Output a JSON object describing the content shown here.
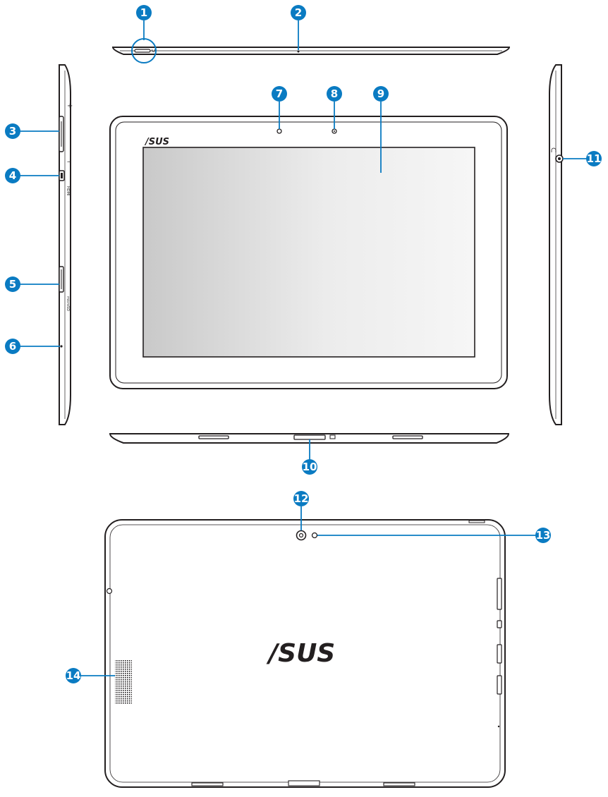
{
  "callouts": [
    {
      "number": "1"
    },
    {
      "number": "2"
    },
    {
      "number": "3"
    },
    {
      "number": "4"
    },
    {
      "number": "5"
    },
    {
      "number": "6"
    },
    {
      "number": "7"
    },
    {
      "number": "8"
    },
    {
      "number": "9"
    },
    {
      "number": "10"
    },
    {
      "number": "11"
    },
    {
      "number": "12"
    },
    {
      "number": "13"
    },
    {
      "number": "14"
    }
  ],
  "front_logo": "/SUS",
  "back_logo": "/SUS",
  "side_labels": {
    "plus": "+",
    "minus": "–",
    "hdmi": "HDMI",
    "microsd": "microSD"
  },
  "colors": {
    "callout": "#0A7BC2",
    "outline": "#231F20",
    "screen_dark": "#cfcfcf",
    "screen_light": "#f2f2f2"
  }
}
